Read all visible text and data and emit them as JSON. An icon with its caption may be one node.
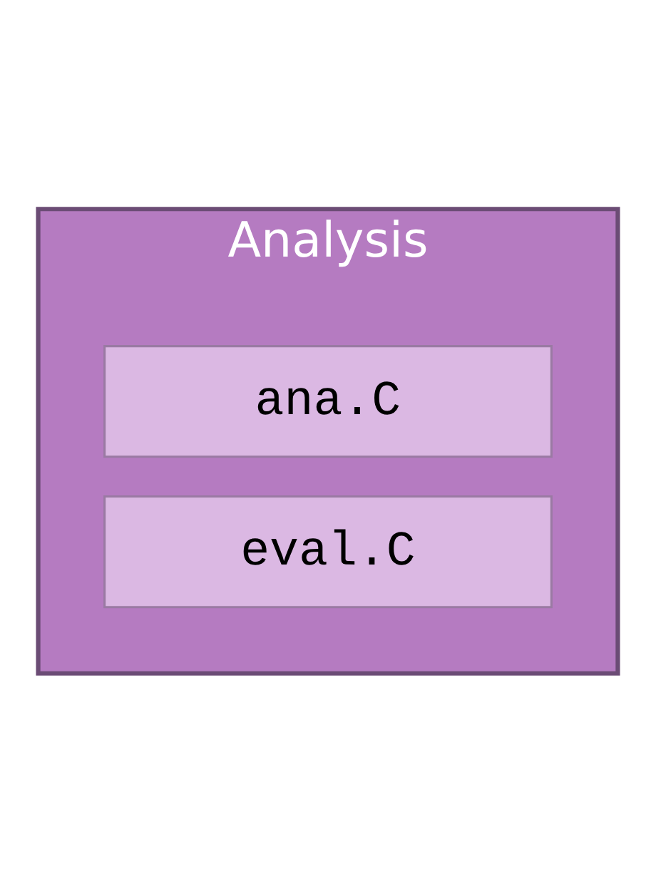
{
  "diagram": {
    "nodes": [
      {
        "text": [
          "Analysis"
        ]
      },
      {
        "text": [
          "ana.C"
        ],
        "in": 0
      },
      {
        "text": [
          "eval.C"
        ],
        "in": 0
      }
    ]
  }
}
